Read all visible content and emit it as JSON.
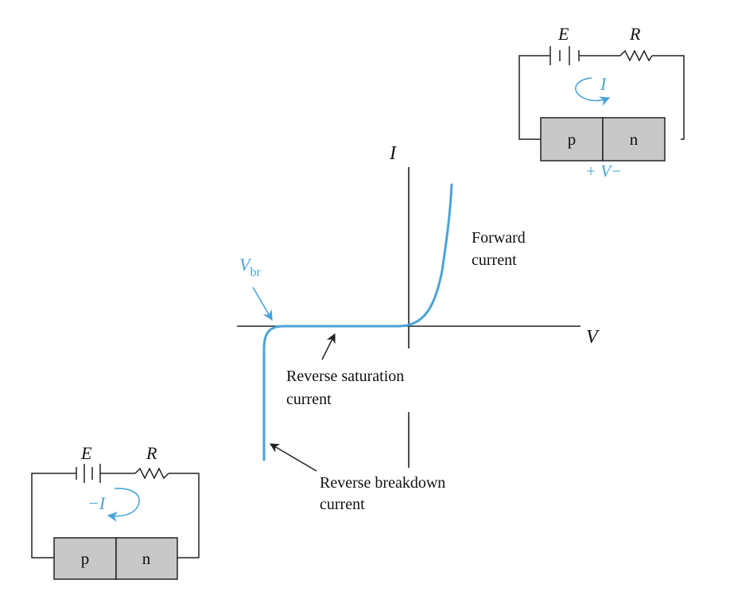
{
  "graph": {
    "axis_i_label": "I",
    "axis_v_label": "V",
    "vbr_main": "V",
    "vbr_sub": "br",
    "forward_line1": "Forward",
    "forward_line2": "current",
    "reverse_sat_line1": "Reverse saturation",
    "reverse_sat_line2": "current",
    "reverse_break_line1": "Reverse breakdown",
    "reverse_break_line2": "current"
  },
  "forward_circuit": {
    "battery_label": "E",
    "resistor_label": "R",
    "current_label": "I",
    "p_label": "p",
    "n_label": "n",
    "voltage_label": "+ V−"
  },
  "reverse_circuit": {
    "battery_label": "E",
    "resistor_label": "R",
    "current_label": "−I",
    "p_label": "p",
    "n_label": "n"
  },
  "colors": {
    "curve": "#4aa3d8",
    "lines": "#222222",
    "junction_fill": "#c8c8c8",
    "background": "#ffffff"
  }
}
